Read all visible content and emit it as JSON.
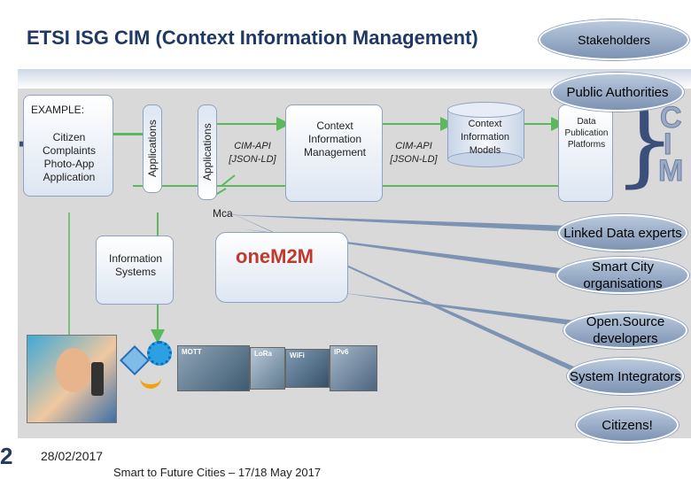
{
  "title": "ETSI ISG CIM (Context Information Management)",
  "stakeholders_heading": "Stakeholders",
  "stakeholders": [
    "Public Authorities",
    "Linked Data experts",
    "Smart City organisations",
    "Open.Source developers",
    "System Integrators",
    "Citizens!"
  ],
  "example": {
    "label": "EXAMPLE:",
    "app_name": "Citizen Complaints Photo-App Application"
  },
  "applications_left": "Applications",
  "applications_right": "Applications",
  "cim_api_left": "CIM-API [JSON-LD]",
  "context_mgmt": "Context Information Management",
  "cim_api_right": "CIM-API [JSON-LD]",
  "context_models": "Context Information Models",
  "data_platforms": "Data Publication Platforms",
  "mca": "Mca",
  "info_systems": "Information Systems",
  "onem2m_logo": "oneM2M",
  "cim_logo": "CIM",
  "photo_captions": [
    "MOTT",
    "LoRa",
    "WiFi",
    "IPv6"
  ],
  "footer": {
    "slide_number": "2",
    "date": "28/02/2017",
    "event": "Smart to Future Cities – 17/18 May 2017"
  },
  "colors": {
    "title": "#1f3864",
    "ellipse_fill": "#9fb2cc",
    "arrow_green": "#5cb85c",
    "cim_logo": "#9aa9c4"
  }
}
